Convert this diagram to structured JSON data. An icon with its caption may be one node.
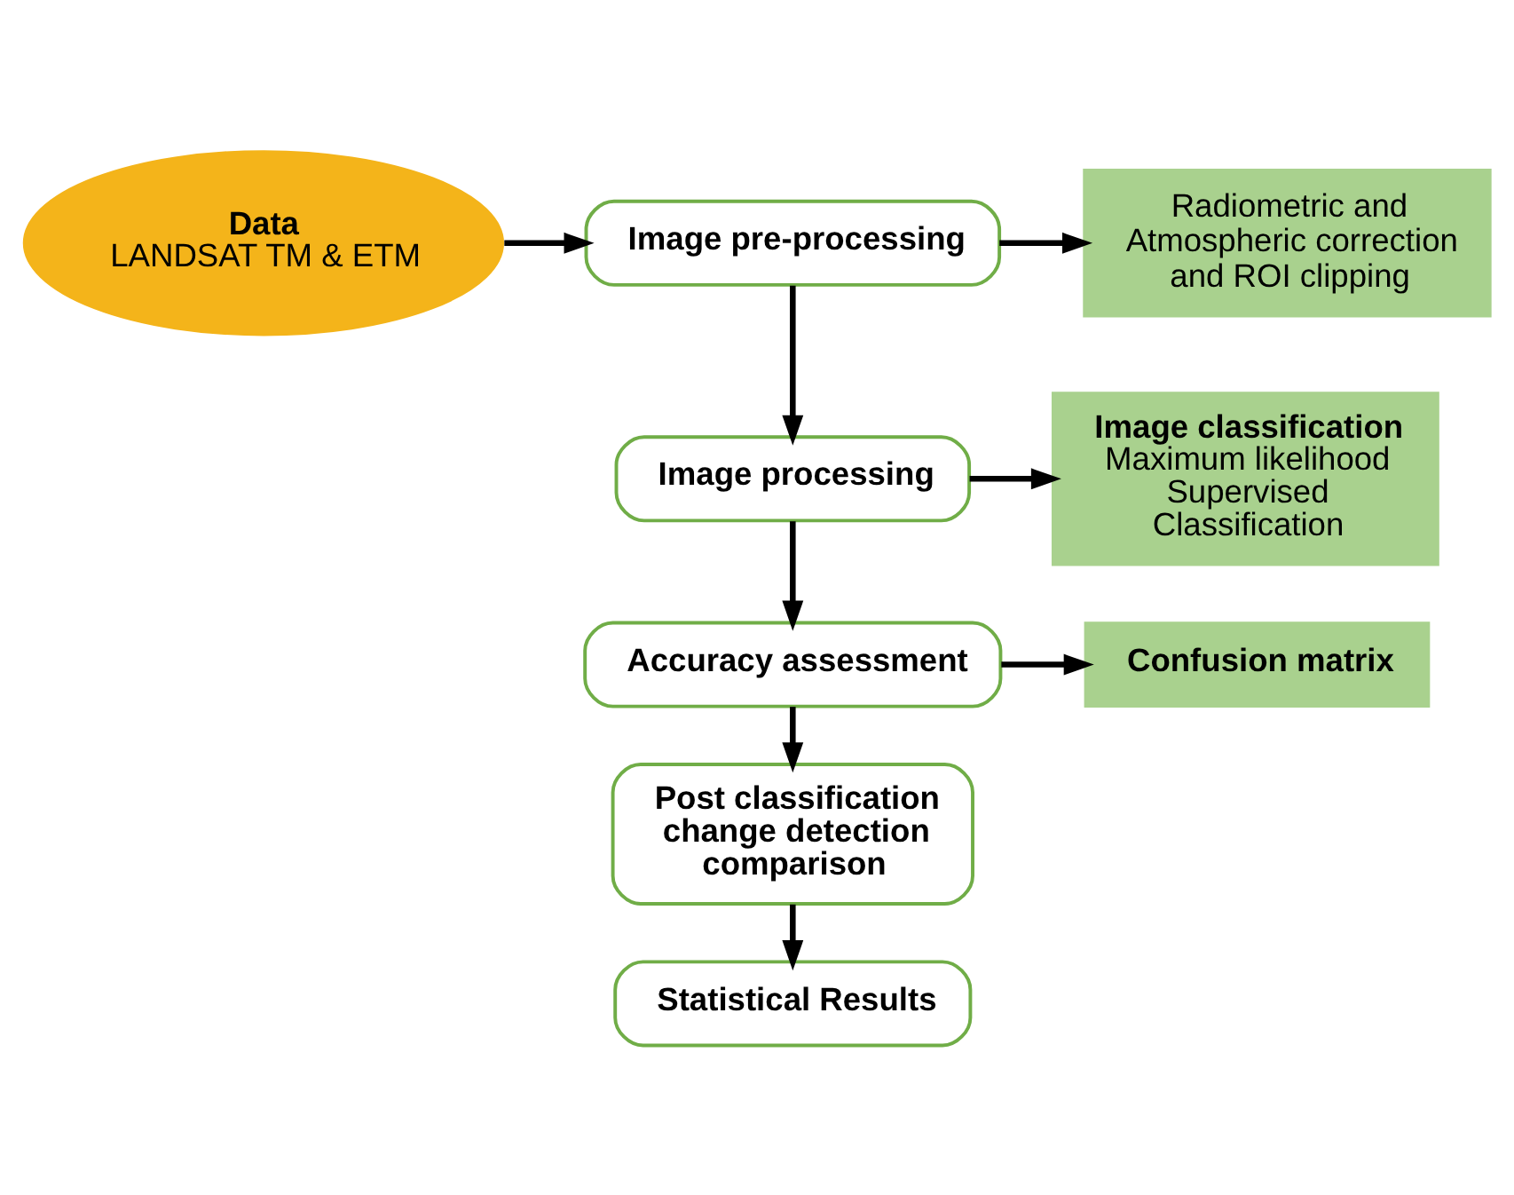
{
  "diagram": {
    "nodes": [
      {
        "text": [
          "Data",
          "LANDSAT TM & ETM"
        ]
      },
      {
        "text": [
          "Image pre-processing"
        ]
      },
      {
        "text": [
          "Radiometric and Atmospheric correction and ROI clipping"
        ]
      },
      {
        "text": [
          "Image processing"
        ]
      },
      {
        "text": [
          "Image classification",
          "Maximum likelihood Supervised Classification"
        ]
      },
      {
        "text": [
          "Accuracy assessment"
        ]
      },
      {
        "text": [
          "Confusion matrix"
        ]
      },
      {
        "text": [
          "Post classification change detection comparison"
        ]
      },
      {
        "text": [
          "Statistical Results"
        ]
      }
    ],
    "edges": [
      {
        "from": 0,
        "to": 1,
        "arrow": "to"
      },
      {
        "from": 1,
        "to": 2,
        "arrow": "to"
      },
      {
        "from": 1,
        "to": 3,
        "arrow": "to"
      },
      {
        "from": 3,
        "to": 4,
        "arrow": "to"
      },
      {
        "from": 3,
        "to": 5,
        "arrow": "to"
      },
      {
        "from": 5,
        "to": 6,
        "arrow": "to"
      },
      {
        "from": 5,
        "to": 7,
        "arrow": "to"
      },
      {
        "from": 7,
        "to": 8,
        "arrow": "to"
      }
    ]
  }
}
